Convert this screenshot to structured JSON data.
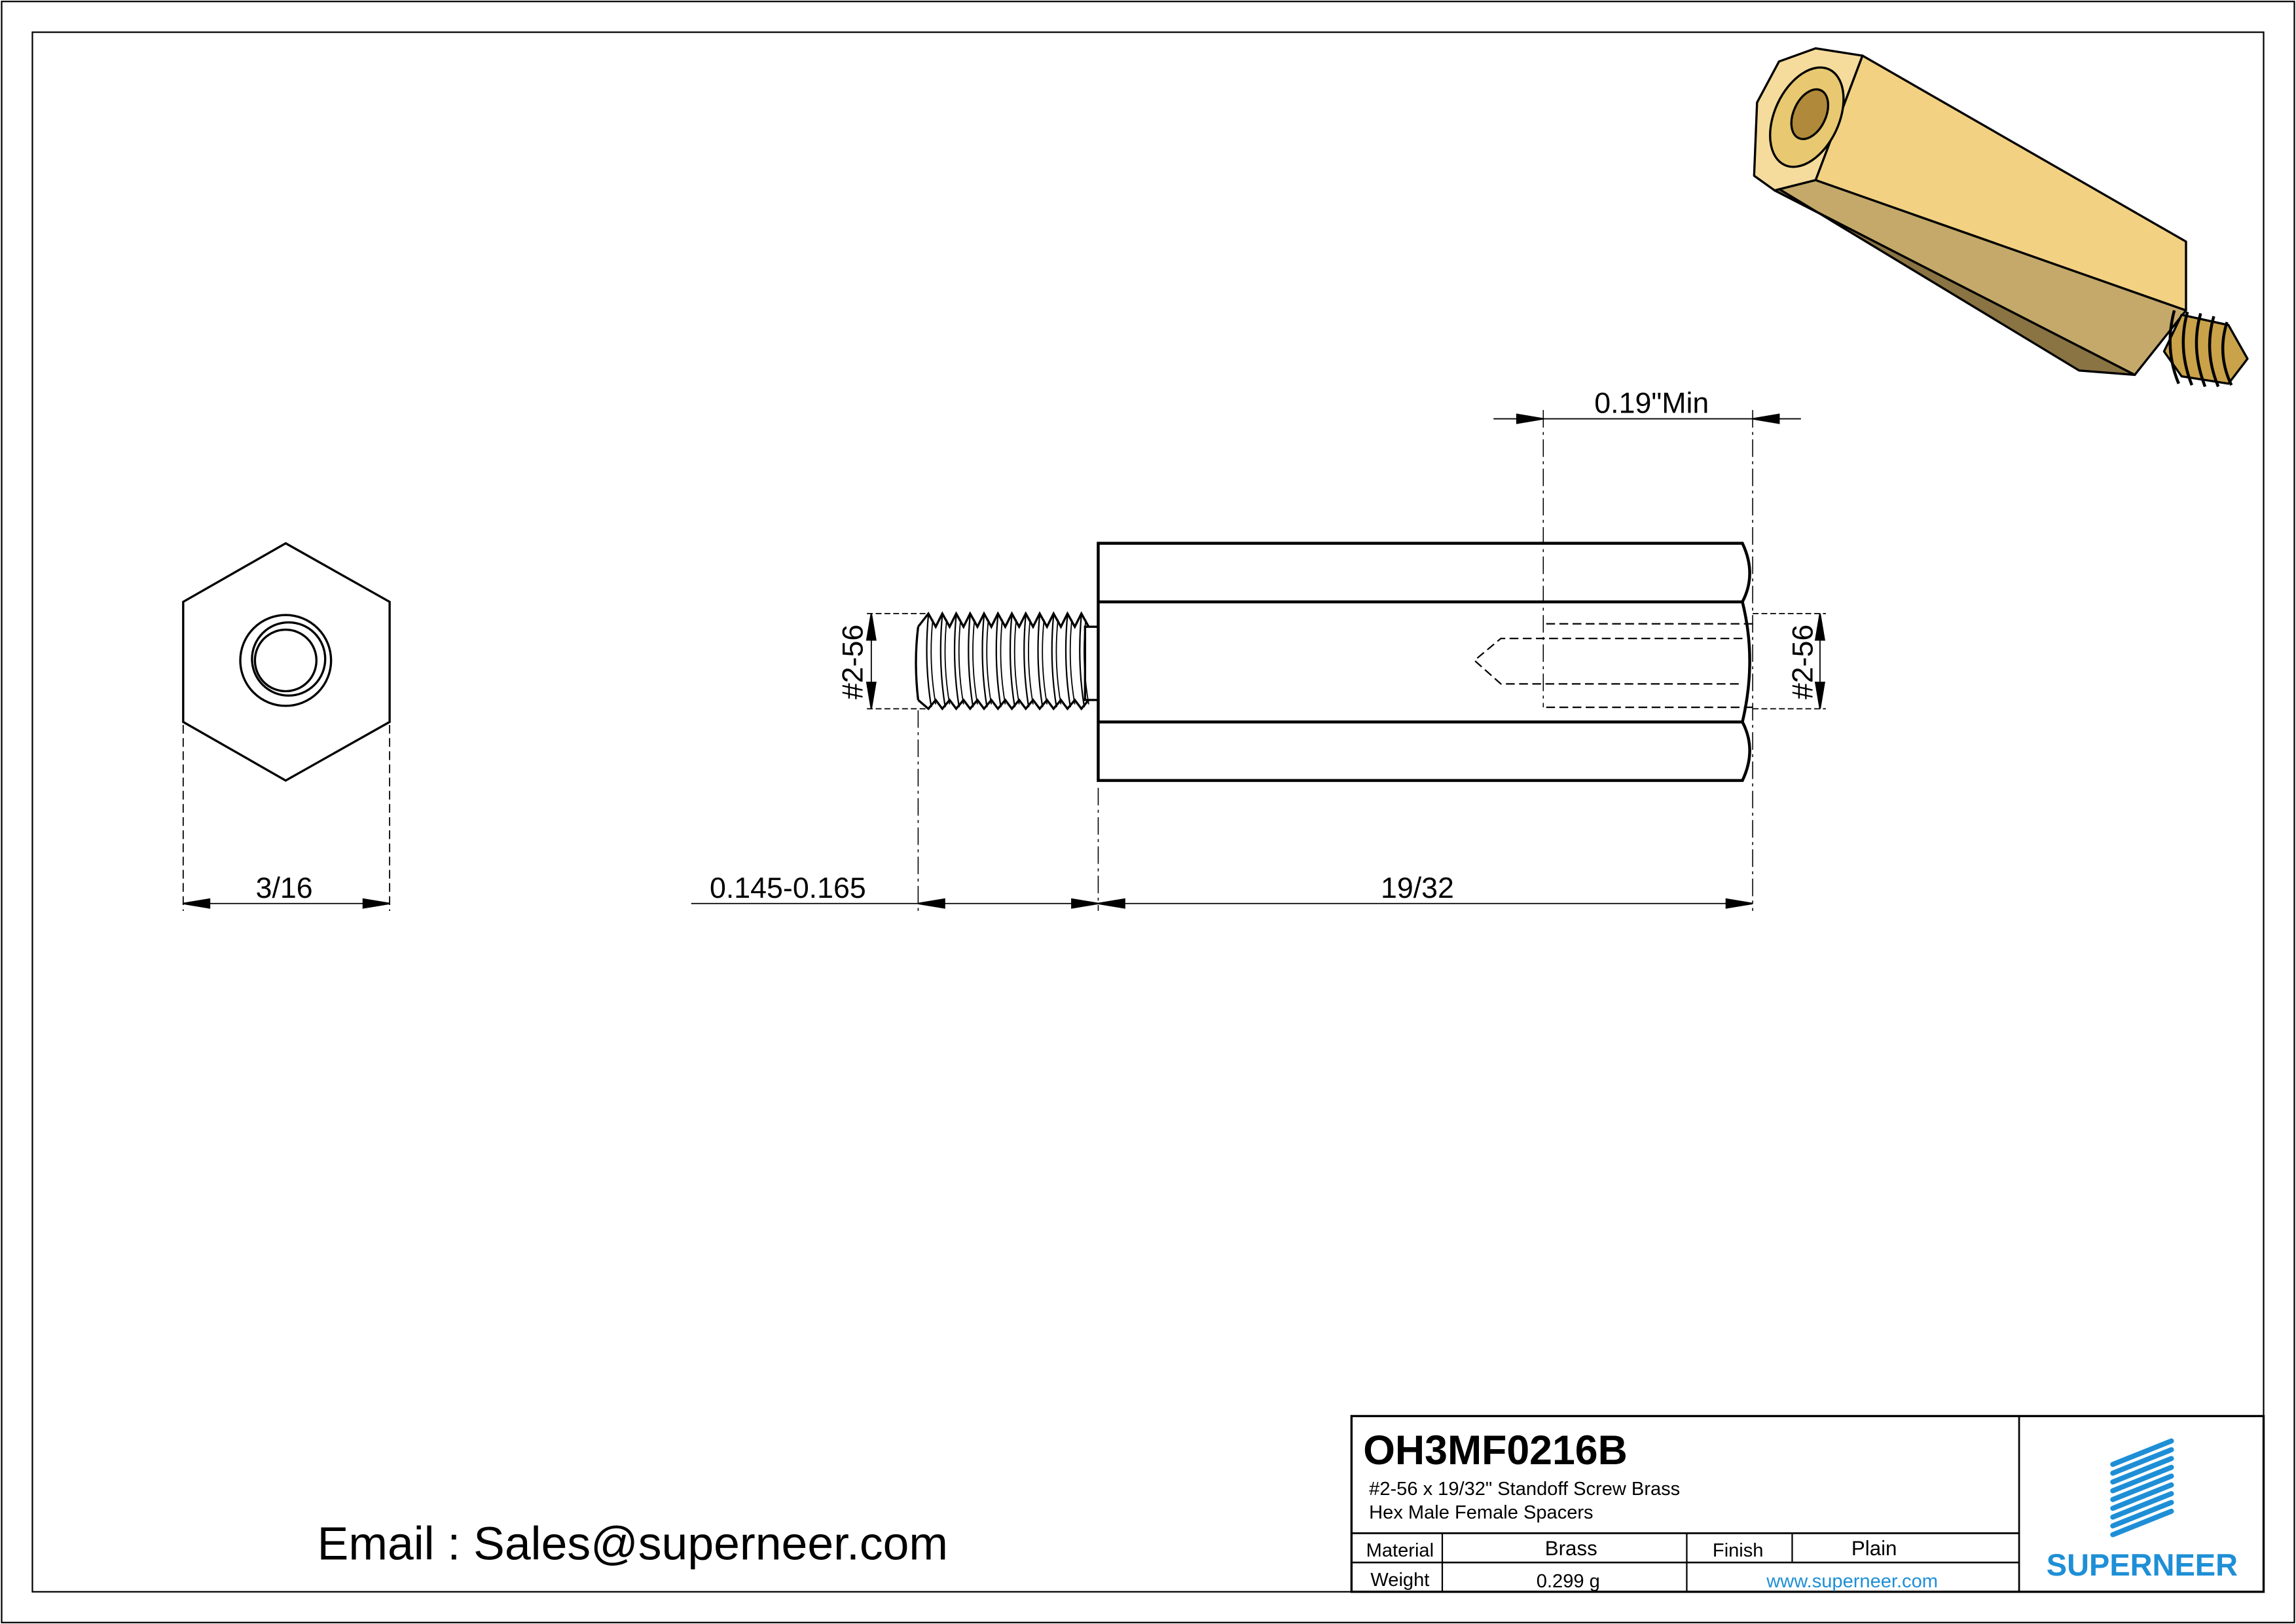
{
  "dimensions": {
    "hex_width": "3/16",
    "thread_length": "0.145-0.165",
    "body_length": "19/32",
    "male_thread": "#2-56",
    "female_thread": "#2-56",
    "female_depth": "0.19\"Min"
  },
  "email": "Email : Sales@superneer.com",
  "title_block": {
    "part_number": "OH3MF0216B",
    "description_line1": "#2-56 x 19/32\" Standoff Screw Brass",
    "description_line2": "Hex Male Female Spacers",
    "material_label": "Material",
    "material_value": "Brass",
    "finish_label": "Finish",
    "finish_value": "Plain",
    "weight_label": "Weight",
    "weight_value": "0.299 g",
    "website": "www.superneer.com",
    "logo_text": "SUPERNEER"
  },
  "colors": {
    "brand": "#1e8fd6",
    "brass_light": "#f2d183",
    "brass_mid": "#c4a96a",
    "brass_dark": "#8a7443"
  }
}
